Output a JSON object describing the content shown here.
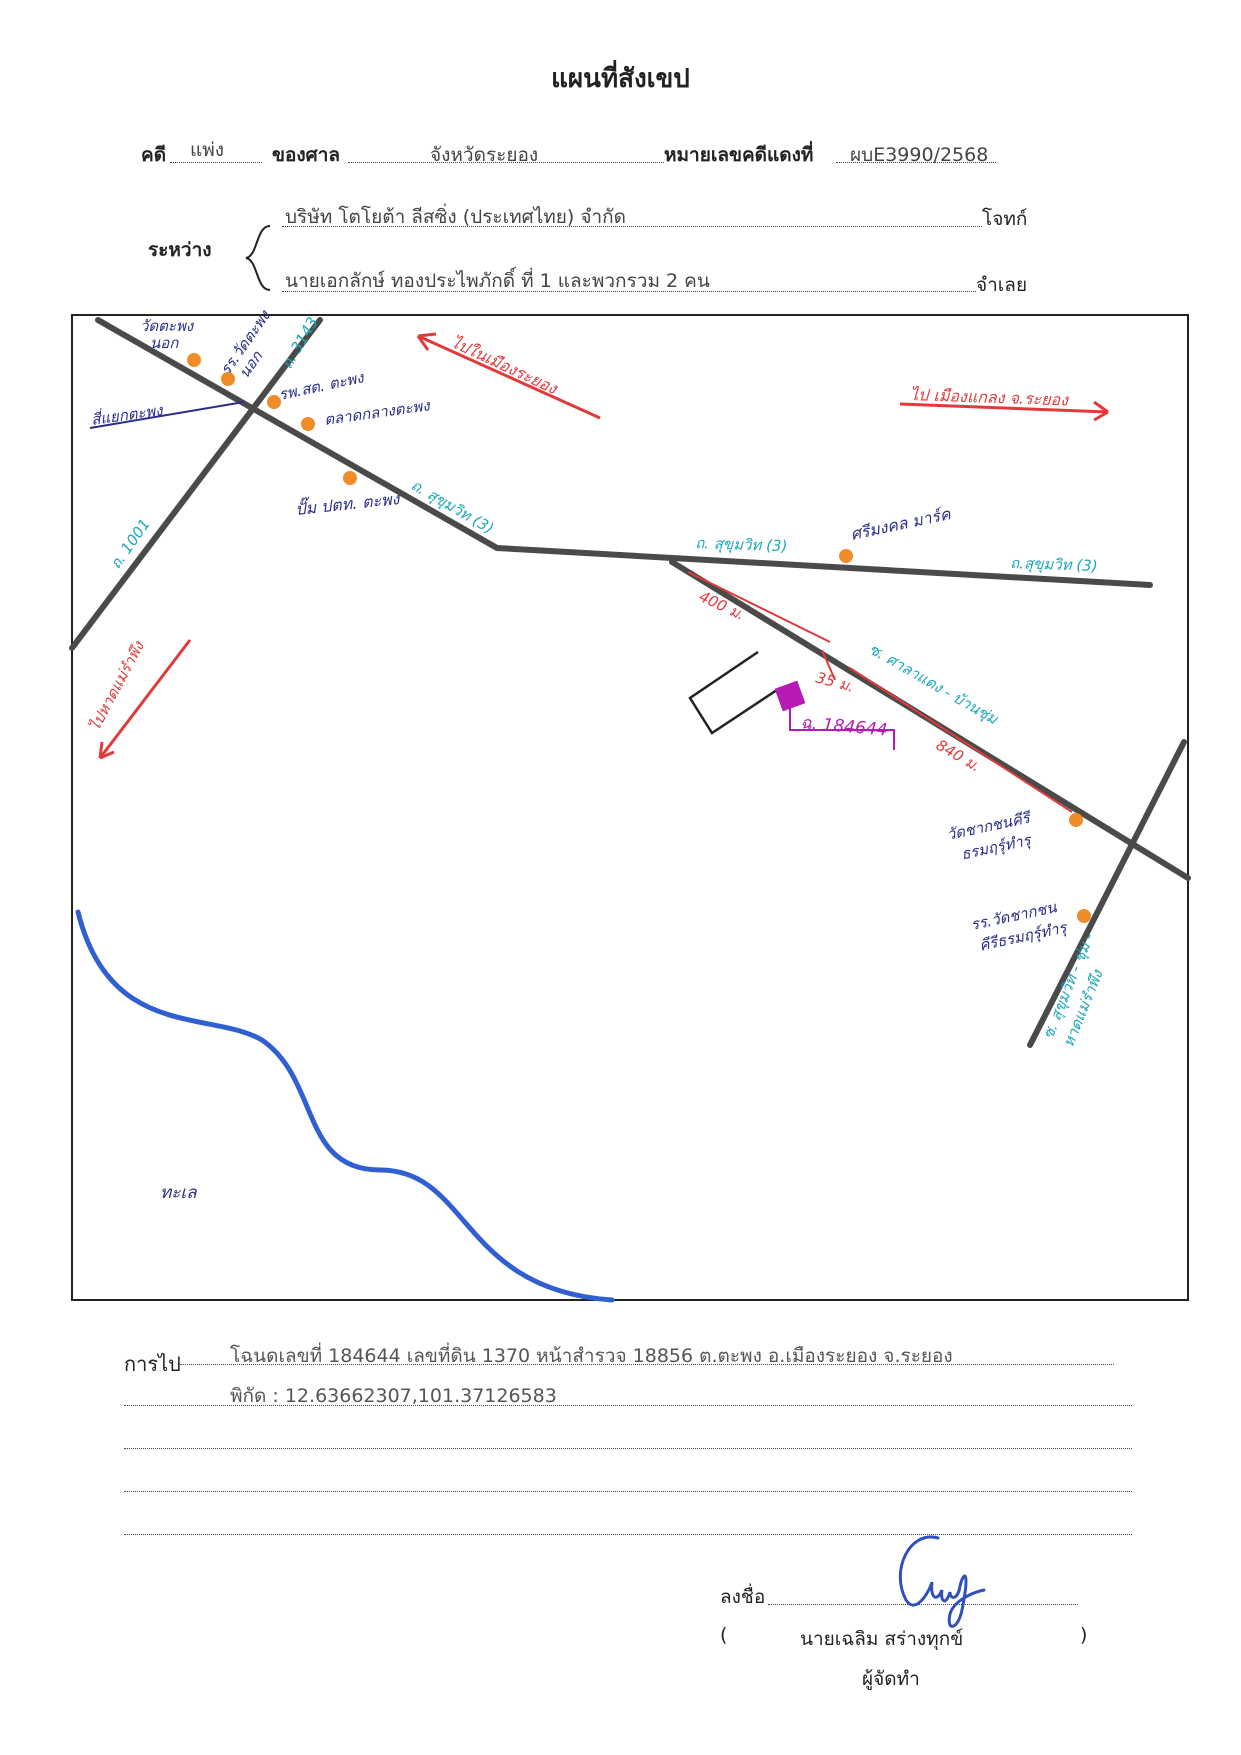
{
  "title": "แผนที่สังเขป",
  "case": {
    "case_label": "คดี",
    "case_type": "แพ่ง",
    "court_label": "ของศาล",
    "court": "จังหวัดระยอง",
    "red_no_label": "หมายเลขคดีแดงที่",
    "red_no": "ผบE3990/2568"
  },
  "parties": {
    "between_label": "ระหว่าง",
    "plaintiff": "บริษัท โตโยต้า ลีสซิ่ง (ประเทศไทย) จำกัด",
    "plaintiff_label": "โจทก์",
    "defendant": "นายเอกลักษ์  ทองประไพภักดิ์  ที่ 1 และพวกรวม 2 คน",
    "defendant_label": "จำเลย"
  },
  "map": {
    "labels": {
      "wat_taphong": "วัดตะพง\nนอก",
      "school_taphong": "รร.วัดตะพง\nนอก",
      "road_3143": "ถ. 3143",
      "hospital": "รพ.สต. ตะพง",
      "market": "ตลาดกลางตะพง",
      "intersection": "สี่แยกตะพง",
      "to_mueang_rayong": "ไปในเมืองระยอง",
      "to_klaeng": "ไป เมืองแกลง จ.ระยอง",
      "road_1001": "ถ. 1001",
      "ptt_station": "ปั๊ม ปตท. ตะพง",
      "sukhumvit_1": "ถ. สุขุมวิท (3)",
      "sukhumvit_2": "ถ. สุขุมวิท (3)",
      "sukhumvit_3": "ถ.สุขุมวิท (3)",
      "srimongkol": "ศรีมงคล มาร์ค",
      "to_mae_ramphueng": "ไปหาดแม่รำพึง",
      "dist_400": "400 ม.",
      "dist_35": "35 ม.",
      "dist_840": "840 ม.",
      "soi_salaeng": "ซ. ศาลาแดง - บ้านชุ่ม",
      "deed_marker": "ฉ. 184644",
      "wat_chak": "วัดชากชนคีรี\nธรมฤรุ์ทำรุ",
      "school_chak": "รร.วัดชากชน\nคีรีธรมฤรุ์ทำรุ",
      "soi_sukhumvit": "ซ. สุขุมวิท - ชุ่ม -\nหาดแม่รำพึง",
      "sea": "ทะเล"
    },
    "colors": {
      "road": "#4a4a4a",
      "landmark_dot": "#f08c28",
      "cyan_text": "#1aa8b8",
      "navy_text": "#2a2e8a",
      "red_text": "#e03a3a",
      "magenta": "#b51ab5",
      "river": "#2f5fd0"
    }
  },
  "directions": {
    "label": "การไป",
    "line1": "โฉนดเลขที่ 184644 เลขที่ดิน 1370 หน้าสำรวจ 18856 ต.ตะพง อ.เมืองระยอง จ.ระยอง",
    "line2": "พิกัด : 12.63662307,101.37126583"
  },
  "signature": {
    "sign_label": "ลงชื่อ",
    "open_paren": "(",
    "name": "นายเฉลิม  สร่างทุกข์",
    "close_paren": ")",
    "role": "ผู้จัดทำ"
  }
}
